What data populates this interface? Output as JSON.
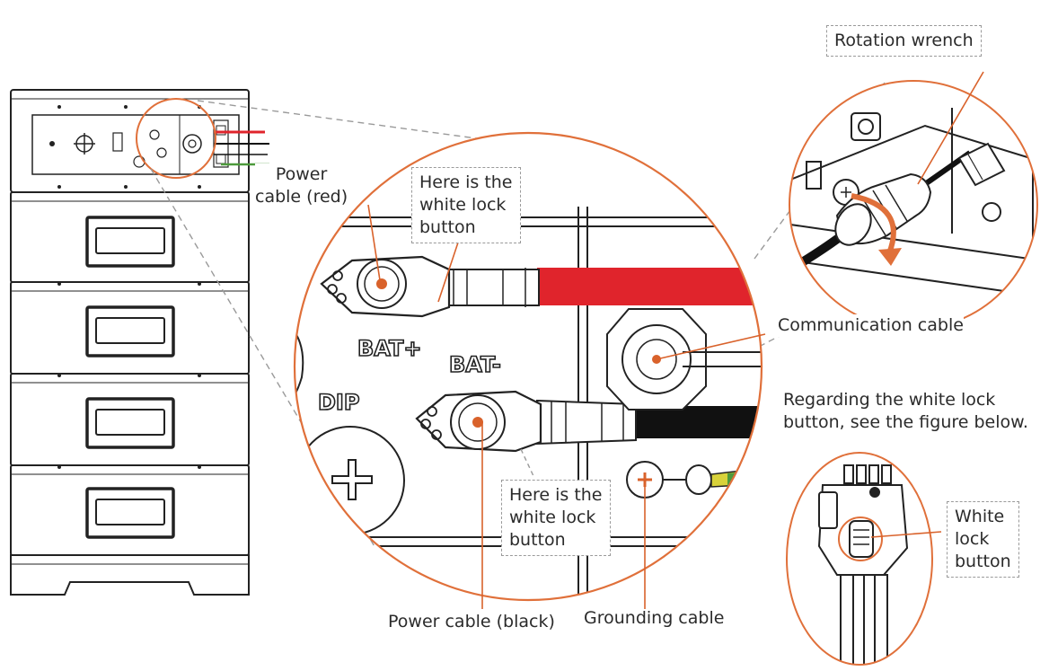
{
  "labels": {
    "rotation_wrench": "Rotation wrench",
    "power_cable_red_1": "Power",
    "power_cable_red_2": "cable (red)",
    "lock_top_1": "Here is the",
    "lock_top_2": "white lock",
    "lock_top_3": "button",
    "lock_bottom_1": "Here is the",
    "lock_bottom_2": "white lock",
    "lock_bottom_3": "button",
    "communication_cable": "Communication cable",
    "regarding_1": "Regarding the white lock",
    "regarding_2": "button, see the figure below.",
    "white_lock_1": "White",
    "white_lock_2": "lock",
    "white_lock_3": "button",
    "power_cable_black": "Power cable (black)",
    "grounding_cable": "Grounding cable",
    "terminal_bat_pos": "BAT+",
    "terminal_bat_neg": "BAT-",
    "terminal_dip": "DIP"
  },
  "colors": {
    "callout_orange": "#e0703a",
    "leader_orange": "#d9622b",
    "red_cable": "#e0242c",
    "black_cable": "#111111",
    "ground_cable_yellow": "#d8d23a",
    "ground_cable_green": "#4d9a3c",
    "drawing_stroke": "#222222",
    "dashed_line": "#9a9a9a"
  },
  "icons": {
    "rotation": "rotate-arrow-icon",
    "ground_terminal": "ground-plus-icon"
  }
}
